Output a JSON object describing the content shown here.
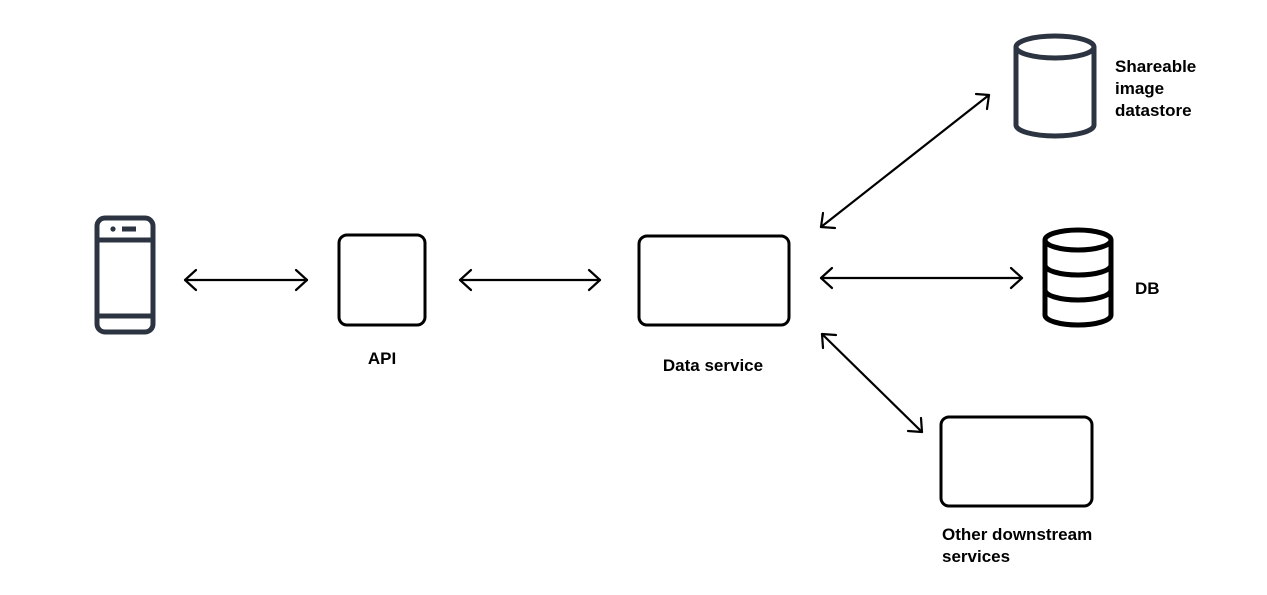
{
  "labels": {
    "api": "API",
    "data_service": "Data service",
    "image_store_line1": "Shareable",
    "image_store_line2": "image",
    "image_store_line3": "datastore",
    "db": "DB",
    "downstream_line1": "Other downstream",
    "downstream_line2": "services"
  },
  "icons": {
    "client": "mobile-phone-icon",
    "image_store": "cylinder-datastore-icon",
    "db": "database-stack-icon"
  },
  "colors": {
    "icon_stroke": "#2b3440",
    "box_stroke": "#000000",
    "arrow": "#000000",
    "text": "#000000"
  }
}
